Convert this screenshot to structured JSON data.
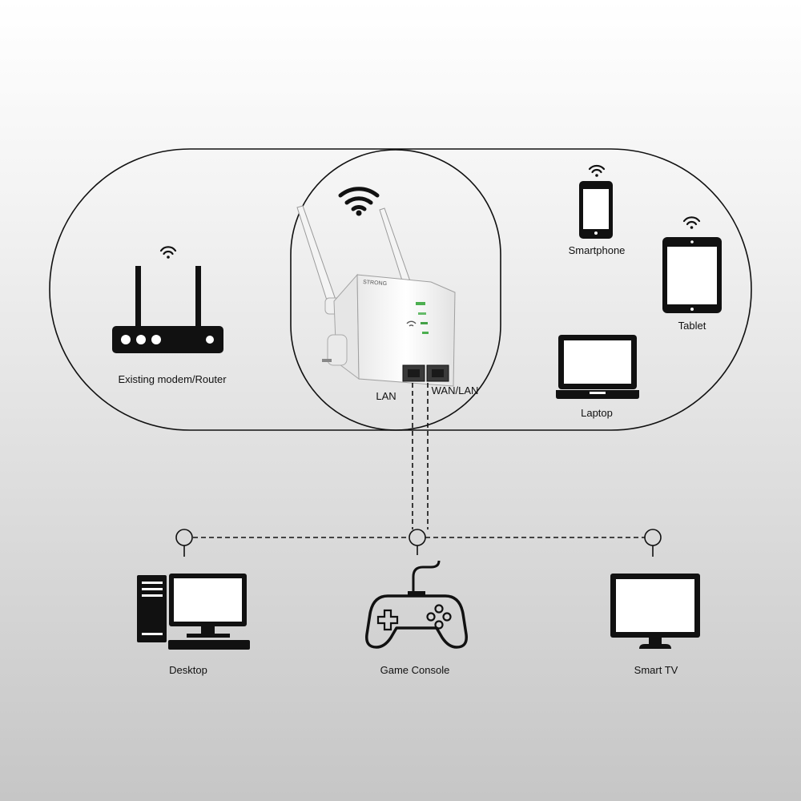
{
  "labels": {
    "router": "Existing modem/Router",
    "lan": "LAN",
    "wan_lan": "WAN/LAN",
    "smartphone": "Smartphone",
    "tablet": "Tablet",
    "laptop": "Laptop",
    "desktop": "Desktop",
    "game_console": "Game Console",
    "smart_tv": "Smart TV"
  },
  "device_brand": "STRONG",
  "colors": {
    "line": "#111111",
    "device_body": "#f7f7f7",
    "led": "#4caf50"
  }
}
